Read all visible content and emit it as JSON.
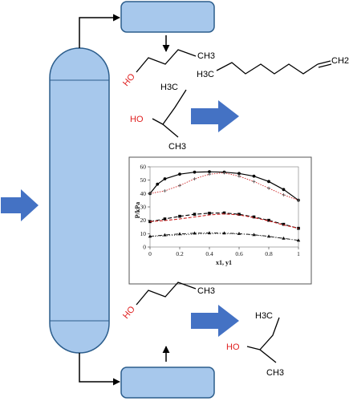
{
  "colors": {
    "vessel_fill": "#a7c8ec",
    "vessel_stroke": "#2b5d8c",
    "big_arrow": "#4472c4",
    "line": "#000000",
    "hydroxyl": "#e02020",
    "chart_border": "#555555",
    "chart_line_red": "#cc2222"
  },
  "icons": {
    "column": "distillation-column-icon",
    "feed": "feed-arrow-icon",
    "condenser": "condenser-box-icon",
    "reboiler": "reboiler-box-icon"
  },
  "molecules": {
    "top_butanol": {
      "oh": "HO",
      "ch3": "CH3"
    },
    "octene": {
      "h3c": "H3C",
      "ch2": "CH2"
    },
    "top_2butanol": {
      "h3c": "H3C",
      "oh": "HO",
      "ch3": "CH3"
    },
    "bottom_butanol": {
      "oh": "HO",
      "ch3": "CH3"
    },
    "bottom_2butanol": {
      "h3c": "H3C",
      "oh": "HO",
      "ch3": "CH3"
    }
  },
  "chart_data": {
    "type": "line",
    "ylabel": "P/kPa",
    "xlabel": "x1, y1",
    "xlim": [
      0,
      1
    ],
    "ylim": [
      0,
      60
    ],
    "xticks": [
      "0",
      "0.2",
      "0.4",
      "0.6",
      "0.8",
      "1"
    ],
    "yticks": [
      "0",
      "10",
      "20",
      "30",
      "40",
      "50",
      "60"
    ],
    "grid": false,
    "series": [
      {
        "group": "high",
        "kind": "bubble",
        "style": "solid",
        "marker": "circle",
        "x": [
          0,
          0.05,
          0.1,
          0.2,
          0.3,
          0.4,
          0.5,
          0.6,
          0.7,
          0.8,
          0.9,
          1.0
        ],
        "y": [
          40,
          47,
          51,
          54.5,
          56,
          56.3,
          56,
          55,
          53,
          49,
          43,
          35
        ]
      },
      {
        "group": "high",
        "kind": "dew",
        "style": "dotted-red",
        "marker": "plus",
        "x": [
          0,
          0.1,
          0.2,
          0.3,
          0.4,
          0.5,
          0.6,
          0.7,
          0.8,
          0.9,
          1.0
        ],
        "y": [
          40,
          42,
          46,
          51,
          54.5,
          55.5,
          53,
          49,
          44,
          39,
          35
        ]
      },
      {
        "group": "mid",
        "kind": "bubble",
        "style": "dashed",
        "marker": "square",
        "x": [
          0,
          0.1,
          0.2,
          0.3,
          0.4,
          0.5,
          0.6,
          0.7,
          0.8,
          0.9,
          1.0
        ],
        "y": [
          19,
          21,
          23,
          24.5,
          25.3,
          25.5,
          24.5,
          22.5,
          20,
          17,
          14
        ]
      },
      {
        "group": "mid",
        "kind": "dew",
        "style": "dashed-red",
        "marker": "none",
        "x": [
          0,
          0.1,
          0.2,
          0.3,
          0.4,
          0.5,
          0.6,
          0.7,
          0.8,
          0.9,
          1.0
        ],
        "y": [
          19,
          19.8,
          21,
          22.5,
          24,
          24.8,
          24,
          22,
          19.5,
          16.5,
          14
        ]
      },
      {
        "group": "low",
        "kind": "bubble",
        "style": "dashdot",
        "marker": "triangle",
        "x": [
          0,
          0.1,
          0.2,
          0.3,
          0.4,
          0.5,
          0.6,
          0.7,
          0.8,
          0.9,
          1.0
        ],
        "y": [
          8,
          9,
          9.8,
          10.3,
          10.5,
          10.4,
          10,
          9.2,
          8,
          6.5,
          5
        ]
      },
      {
        "group": "low",
        "kind": "dew",
        "style": "dotted",
        "marker": "none",
        "x": [
          0,
          0.1,
          0.2,
          0.3,
          0.4,
          0.5,
          0.6,
          0.7,
          0.8,
          0.9,
          1.0
        ],
        "y": [
          8,
          8.4,
          9,
          9.6,
          10,
          10.1,
          9.8,
          9,
          7.8,
          6.3,
          5
        ]
      }
    ]
  }
}
